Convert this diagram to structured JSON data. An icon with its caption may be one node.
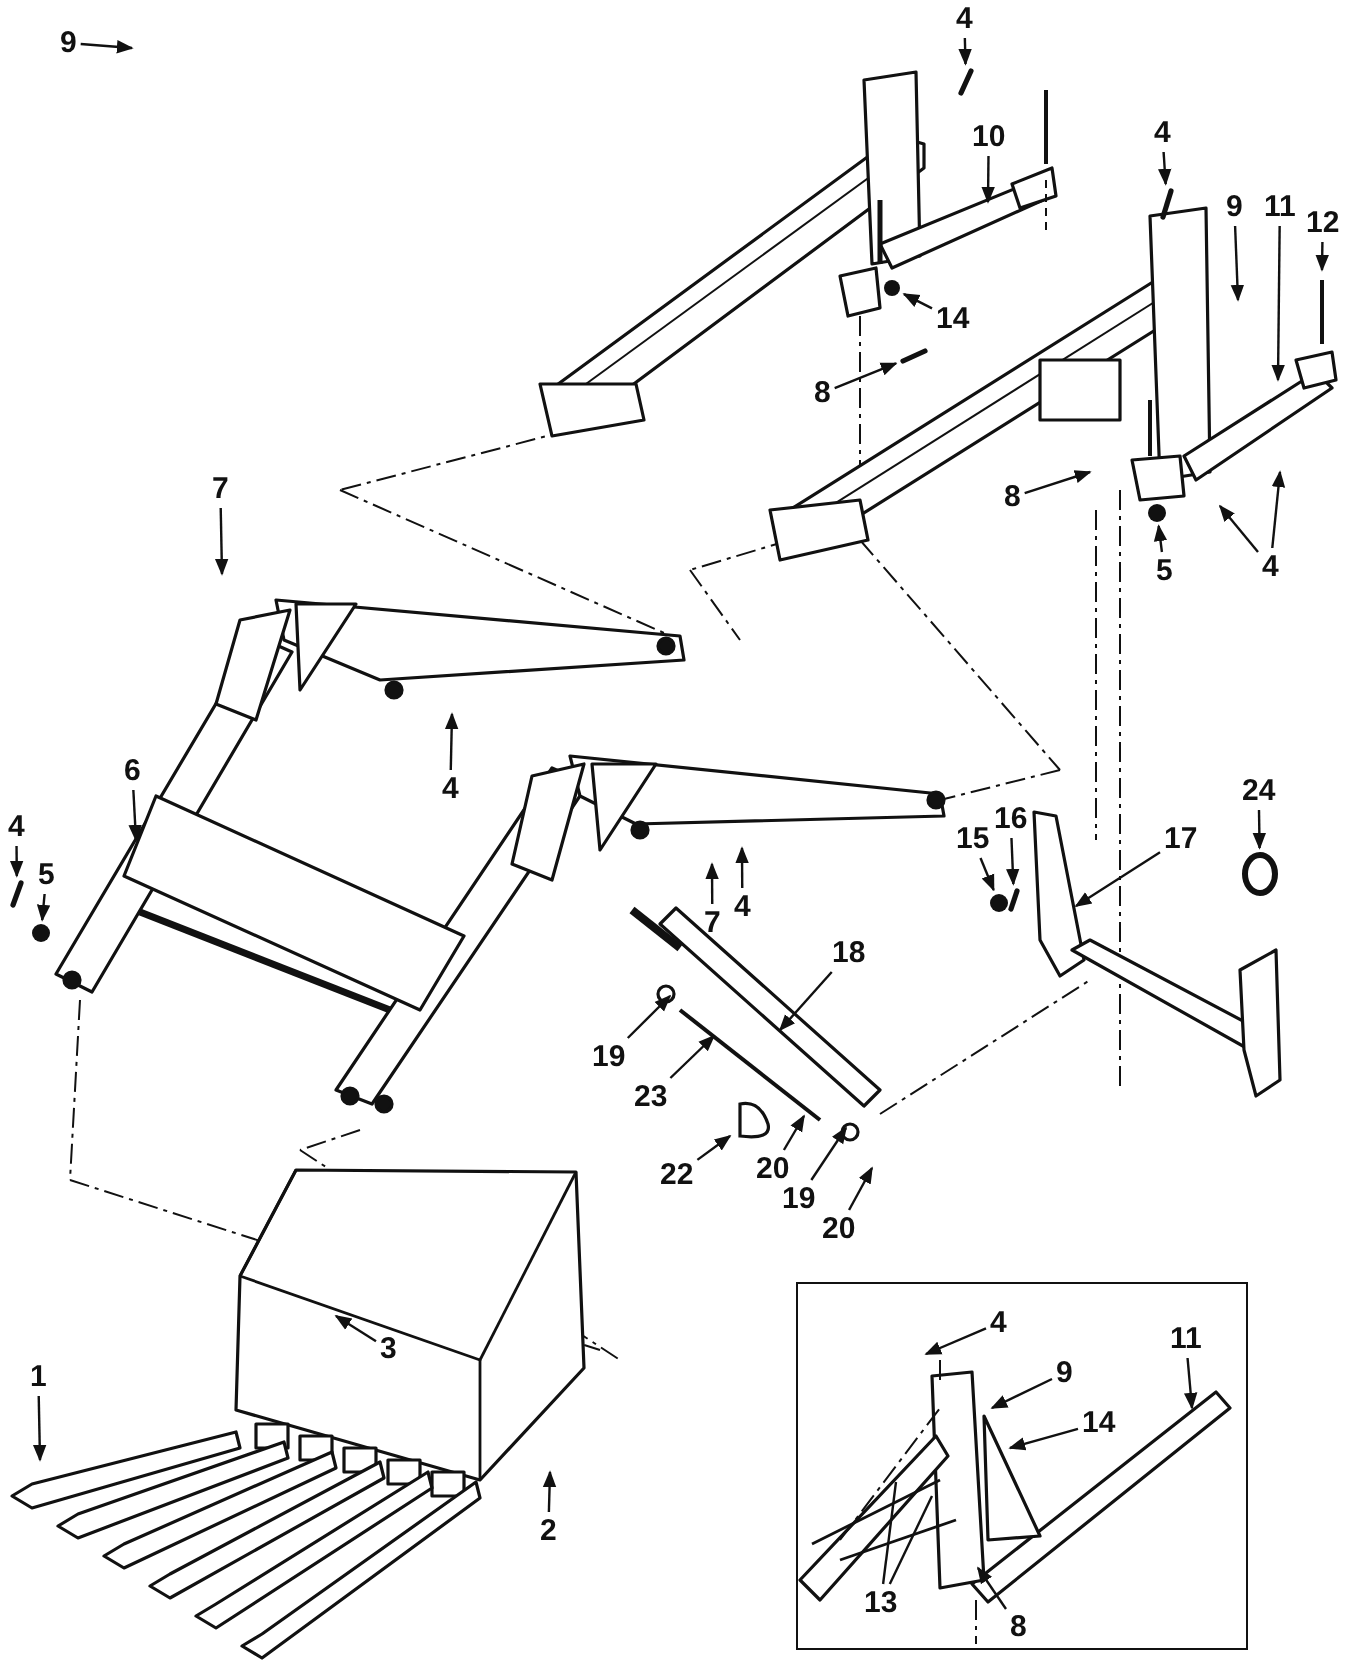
{
  "diagram": {
    "nodes": [
      {
        "text": [
          "9"
        ]
      },
      {
        "text": [
          "4"
        ]
      },
      {
        "text": [
          "10"
        ]
      },
      {
        "text": [
          "14"
        ]
      },
      {
        "text": [
          "8"
        ]
      },
      {
        "text": [
          "4"
        ]
      },
      {
        "text": [
          "9"
        ]
      },
      {
        "text": [
          "11"
        ]
      },
      {
        "text": [
          "12"
        ]
      },
      {
        "text": [
          "8"
        ]
      },
      {
        "text": [
          "4"
        ]
      },
      {
        "text": [
          "5"
        ]
      },
      {
        "text": [
          "7"
        ]
      },
      {
        "text": [
          "4"
        ]
      },
      {
        "text": [
          "6"
        ]
      },
      {
        "text": [
          "4"
        ]
      },
      {
        "text": [
          "5"
        ]
      },
      {
        "text": [
          "24"
        ]
      },
      {
        "text": [
          "15"
        ]
      },
      {
        "text": [
          "16"
        ]
      },
      {
        "text": [
          "17"
        ]
      },
      {
        "text": [
          "7"
        ]
      },
      {
        "text": [
          "4"
        ]
      },
      {
        "text": [
          "18"
        ]
      },
      {
        "text": [
          "19"
        ]
      },
      {
        "text": [
          "23"
        ]
      },
      {
        "text": [
          "22"
        ]
      },
      {
        "text": [
          "20"
        ]
      },
      {
        "text": [
          "19"
        ]
      },
      {
        "text": [
          "20"
        ]
      },
      {
        "text": [
          "1"
        ]
      },
      {
        "text": [
          "3"
        ]
      },
      {
        "text": [
          "2"
        ]
      },
      {
        "text": [],
        "shape": "box"
      },
      {
        "text": [
          "4"
        ],
        "in": 33
      },
      {
        "text": [
          "9"
        ],
        "in": 33
      },
      {
        "text": [
          "14"
        ],
        "in": 33
      },
      {
        "text": [
          "11"
        ],
        "in": 33
      },
      {
        "text": [
          "13"
        ],
        "in": 33
      },
      {
        "text": [
          "8"
        ],
        "in": 33
      },
      {
        "text": [],
        "shape": "pin"
      },
      {
        "text": [],
        "shape": "circle"
      },
      {
        "text": [],
        "shape": "pin"
      },
      {
        "text": [],
        "shape": "pin"
      },
      {
        "text": [],
        "shape": "circle"
      },
      {
        "text": [],
        "shape": "pin"
      },
      {
        "text": [],
        "shape": "circle"
      },
      {
        "text": [],
        "shape": "ring"
      },
      {
        "text": [],
        "shape": "pin"
      },
      {
        "text": [],
        "shape": "circle"
      },
      {
        "text": [],
        "shape": "handle"
      }
    ],
    "edges": [
      {
        "from": 0,
        "to": null,
        "arrow": "to"
      },
      {
        "from": 1,
        "to": 40,
        "arrow": "to"
      },
      {
        "from": 2,
        "to": null,
        "arrow": "to"
      },
      {
        "from": 3,
        "to": 41,
        "arrow": "to"
      },
      {
        "from": 4,
        "to": 42,
        "arrow": "to"
      },
      {
        "from": 5,
        "to": 43,
        "arrow": "to"
      },
      {
        "from": 6,
        "to": null,
        "arrow": "to"
      },
      {
        "from": 7,
        "to": null,
        "arrow": "to"
      },
      {
        "from": 8,
        "to": null,
        "arrow": "to"
      },
      {
        "from": 9,
        "to": null,
        "arrow": "to"
      },
      {
        "from": 10,
        "to": null,
        "arrow": "to"
      },
      {
        "from": 10,
        "to": null,
        "arrow": "to"
      },
      {
        "from": 11,
        "to": 44,
        "arrow": "to"
      },
      {
        "from": 12,
        "to": null,
        "arrow": "to"
      },
      {
        "from": 13,
        "to": null,
        "arrow": "to"
      },
      {
        "from": 14,
        "to": null,
        "arrow": "to"
      },
      {
        "from": 15,
        "to": 45,
        "arrow": "to"
      },
      {
        "from": 16,
        "to": 46,
        "arrow": "to"
      },
      {
        "from": 17,
        "to": 47,
        "arrow": "to"
      },
      {
        "from": 18,
        "to": 49,
        "arrow": "to"
      },
      {
        "from": 19,
        "to": 48,
        "arrow": "to"
      },
      {
        "from": 20,
        "to": null,
        "arrow": "to"
      },
      {
        "from": 21,
        "to": null,
        "arrow": "to"
      },
      {
        "from": 22,
        "to": null,
        "arrow": "to"
      },
      {
        "from": 23,
        "to": null,
        "arrow": "to"
      },
      {
        "from": 24,
        "to": null,
        "arrow": "to"
      },
      {
        "from": 25,
        "to": null,
        "arrow": "to"
      },
      {
        "from": 26,
        "to": 50,
        "arrow": "to"
      },
      {
        "from": 27,
        "to": null,
        "arrow": "to"
      },
      {
        "from": 28,
        "to": null,
        "arrow": "to"
      },
      {
        "from": 29,
        "to": null,
        "arrow": "to"
      },
      {
        "from": 30,
        "to": null,
        "arrow": "to"
      },
      {
        "from": 31,
        "to": null,
        "arrow": "to"
      },
      {
        "from": 32,
        "to": null,
        "arrow": "to"
      },
      {
        "from": 34,
        "to": null,
        "arrow": "to"
      },
      {
        "from": 35,
        "to": null,
        "arrow": "to"
      },
      {
        "from": 36,
        "to": null,
        "arrow": "to"
      },
      {
        "from": 37,
        "to": null,
        "arrow": "to"
      },
      {
        "from": 38,
        "to": null,
        "arrow": "none"
      },
      {
        "from": 38,
        "to": null,
        "arrow": "none"
      },
      {
        "from": 39,
        "to": null,
        "arrow": "to"
      }
    ]
  }
}
